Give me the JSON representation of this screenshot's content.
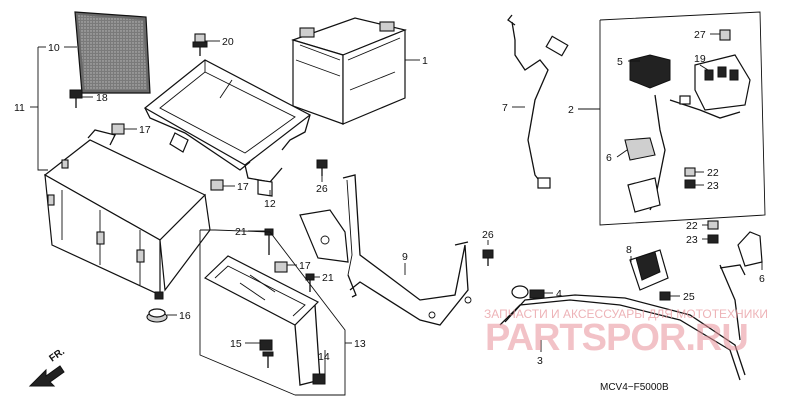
{
  "callouts": {
    "n1": "1",
    "n2": "2",
    "n3": "3",
    "n4": "4",
    "n5": "5",
    "n6a": "6",
    "n6b": "6",
    "n7": "7",
    "n8": "8",
    "n9": "9",
    "n10": "10",
    "n11": "11",
    "n12": "12",
    "n13": "13",
    "n14": "14",
    "n15": "15",
    "n16": "16",
    "n17a": "17",
    "n17b": "17",
    "n17c": "17",
    "n18": "18",
    "n19": "19",
    "n20": "20",
    "n21a": "21",
    "n21b": "21",
    "n22a": "22",
    "n22b": "22",
    "n23a": "23",
    "n23b": "23",
    "n25": "25",
    "n26a": "26",
    "n26b": "26",
    "n27": "27"
  },
  "direction_label": "FR.",
  "diagram_code": "MCV4−F5000B",
  "watermark": {
    "caption": "ЗАПЧАСТИ И АКСЕССУАРЫ ДЛЯ МОТОТЕХНИКИ",
    "brand": "PARTSPOR.RU"
  }
}
